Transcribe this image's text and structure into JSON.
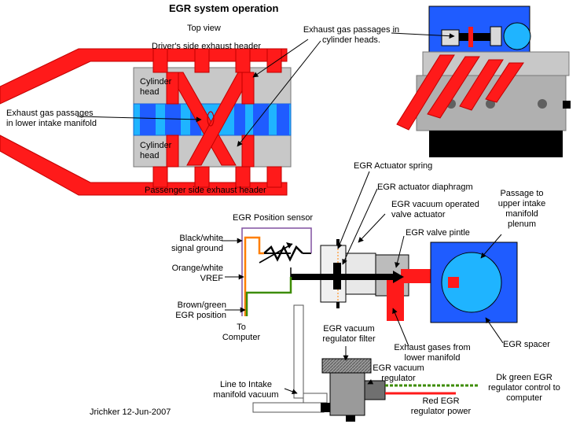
{
  "title": "EGR system operation",
  "top_view": {
    "label": "Top view",
    "drivers_header": "Driver's side exhaust header",
    "passenger_header": "Passenger side exhaust header",
    "cyl_head_top": "Cylinder head",
    "cyl_head_bottom": "Cylinder head",
    "passages_heads": "Exhaust gas passages in cylinder heads.",
    "passages_manifold": "Exhaust gas passages in lower intake manifold"
  },
  "egr_valve": {
    "actuator_spring": "EGR Actuator spring",
    "actuator_diaphragm": "EGR actuator diaphragm",
    "vacuum_actuator": "EGR vacuum operated valve actuator",
    "valve_pintle": "EGR valve pintle",
    "position_sensor": "EGR Position sensor",
    "plenum_passage": "Passage to upper intake manifold plenum",
    "exhaust_from_lower": "Exhaust gases from lower manifold",
    "spacer": "EGR spacer"
  },
  "wiring": {
    "signal_ground": "Black/white signal ground",
    "vref": "Orange/white VREF",
    "egr_position": "Brown/green EGR position",
    "to_computer": "To Computer"
  },
  "regulator": {
    "filter": "EGR vacuum regulator filter",
    "regulator": "EGR vacuum regulator",
    "line_to_intake": "Line to Intake manifold vacuum",
    "red_power": "Red EGR regulator power",
    "dk_green_control": "Dk green EGR regulator control to computer"
  },
  "credit": "Jrichker 12-Jun-2007",
  "colors": {
    "exhaust_red": "#ff1a1a",
    "head_gray": "#c8c8c8",
    "intake_blue": "#1f5cff",
    "plenum_cyan": "#1fb4ff",
    "wire_orange": "#ff7f00",
    "wire_green": "#3c8c00",
    "wire_purple": "#8050a0"
  }
}
